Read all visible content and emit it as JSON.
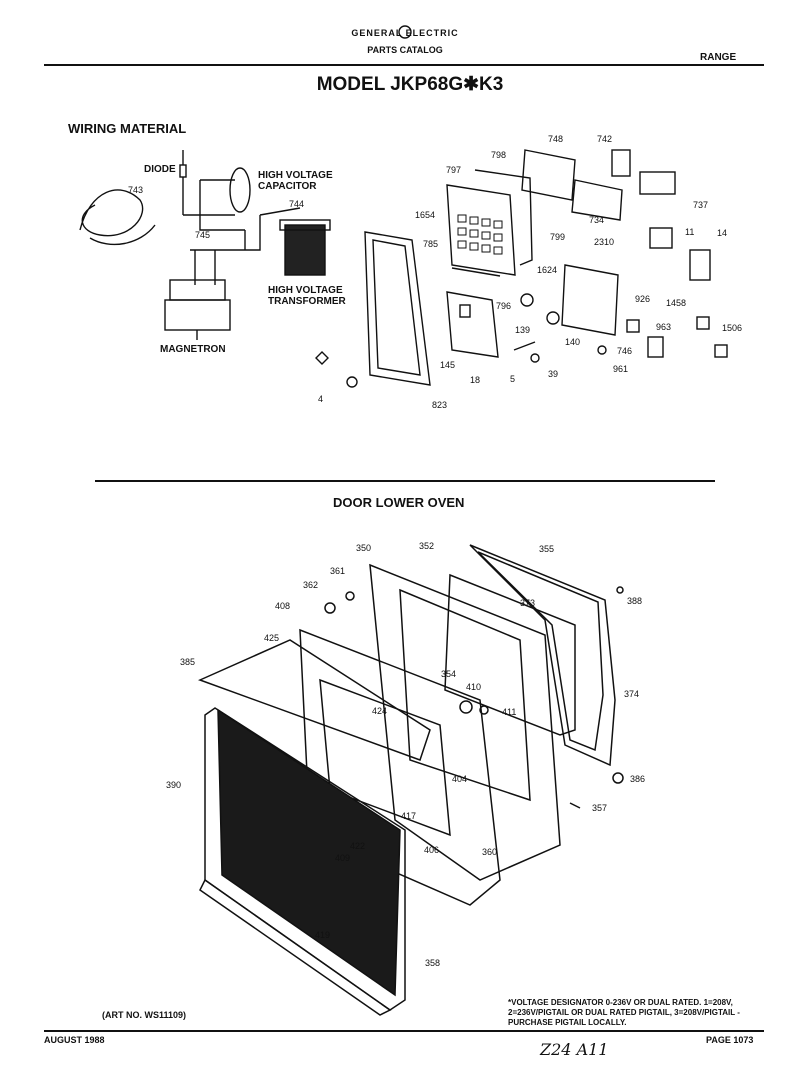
{
  "header": {
    "brand": "GENERAL ELECTRIC",
    "catalog": "PARTS CATALOG",
    "category": "RANGE",
    "model": "MODEL JKP68G✱K3"
  },
  "wiring_section": {
    "title": "WIRING MATERIAL",
    "labels": {
      "diode": "DIODE",
      "capacitor": "HIGH VOLTAGE CAPACITOR",
      "transformer": "HIGH VOLTAGE TRANSFORMER",
      "magnetron": "MAGNETRON"
    },
    "part_numbers": [
      "743",
      "744",
      "745",
      "4",
      "823",
      "145",
      "18",
      "5",
      "39",
      "139",
      "140",
      "796",
      "785",
      "1654",
      "797",
      "798",
      "748",
      "742",
      "734",
      "737",
      "799",
      "2310",
      "11",
      "14",
      "1624",
      "926",
      "1458",
      "963",
      "746",
      "961",
      "1506"
    ]
  },
  "door_section": {
    "title": "DOOR LOWER OVEN",
    "part_numbers": [
      "350",
      "352",
      "355",
      "361",
      "362",
      "408",
      "425",
      "385",
      "373",
      "388",
      "354",
      "410",
      "411",
      "374",
      "424",
      "404",
      "386",
      "417",
      "357",
      "360",
      "390",
      "406",
      "422",
      "409",
      "419",
      "358"
    ]
  },
  "footer": {
    "art_no": "(ART NO. WS11109)",
    "note": "*VOLTAGE DESIGNATOR 0-236V OR DUAL RATED. 1=208V, 2=236V/PIGTAIL OR DUAL RATED PIGTAIL, 3=208V/PIGTAIL - PURCHASE PIGTAIL LOCALLY.",
    "date": "AUGUST 1988",
    "page": "PAGE 1073",
    "handwritten": "Z24 A11"
  }
}
